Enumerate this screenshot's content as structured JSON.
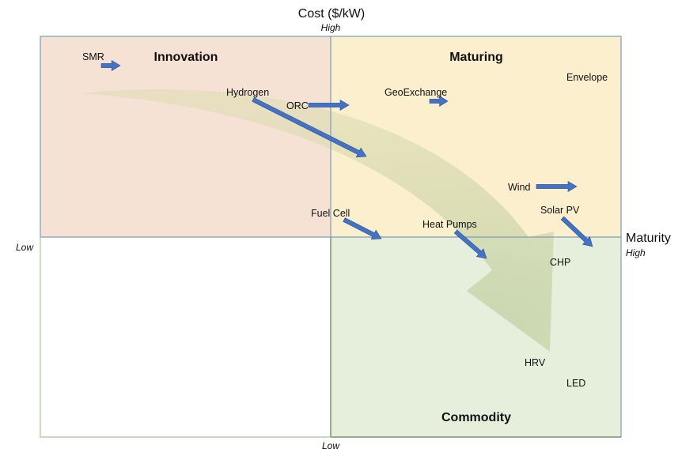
{
  "axes": {
    "y_title": "Cost ($/kW)",
    "y_high": "High",
    "y_low": "Low",
    "x_title": "Maturity",
    "x_high": "High",
    "x_low": "Low"
  },
  "quadrants": {
    "innovation": "Innovation",
    "maturing": "Maturing",
    "commodity": "Commodity"
  },
  "technologies": {
    "smr": "SMR",
    "hydrogen": "Hydrogen",
    "orc": "ORC",
    "geoexchange": "GeoExchange",
    "envelope": "Envelope",
    "wind": "Wind",
    "fuel_cell": "Fuel Cell",
    "heat_pumps": "Heat Pumps",
    "solar_pv": "Solar PV",
    "chp": "CHP",
    "hrv": "HRV",
    "led": "LED"
  },
  "colors": {
    "innovation_fill": "#f6e1d5",
    "maturing_fill": "#fcefce",
    "commodity_fill": "#e6efdc",
    "frame": "#7f9cb5",
    "arrow": "#4472c4",
    "trend_arrow": "#c6d6ad"
  }
}
